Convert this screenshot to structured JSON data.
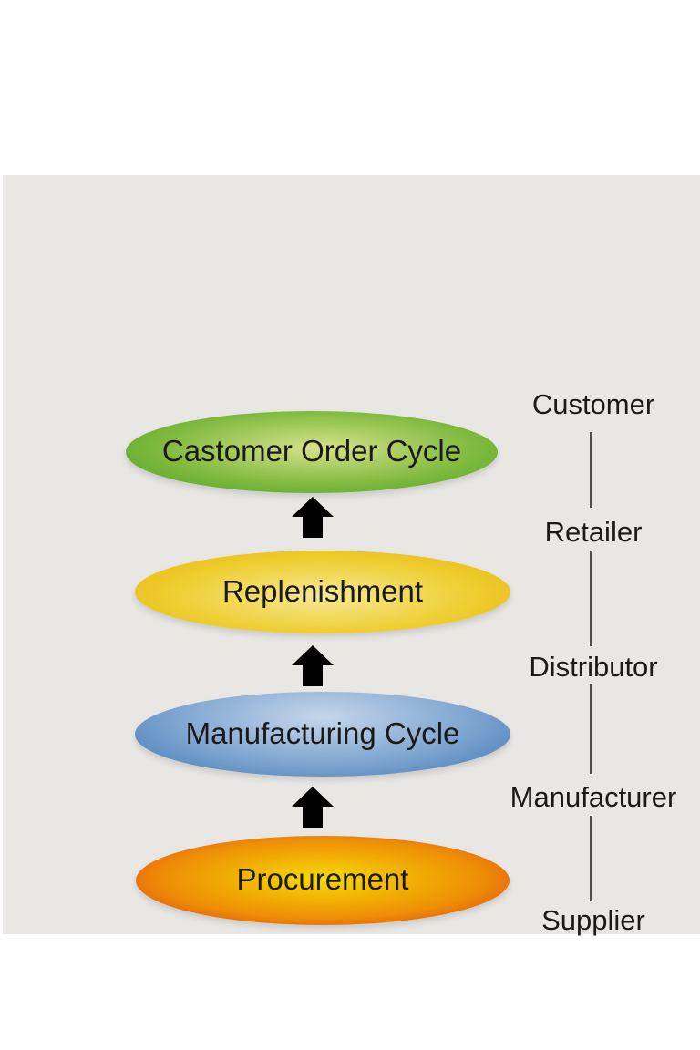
{
  "diagram": {
    "background_color": "#e9e7e4",
    "text_color": "#1c1a18",
    "arrow_color": "#000000",
    "connector_color": "#4d4d4d",
    "stages": [
      {
        "label": "Castomer Order Cycle",
        "gradient": {
          "position": "52% 45%",
          "center": "#d8e28b",
          "mid": "#7cb83c",
          "mid_stop": "60%",
          "edge": "#49a228"
        }
      },
      {
        "label": "Replenishment",
        "gradient": {
          "position": "50% 55%",
          "center": "#f6e996",
          "mid": "#eecd2e",
          "mid_stop": "58%",
          "edge": "#e4b40c"
        }
      },
      {
        "label": "Manufacturing Cycle",
        "gradient": {
          "position": "50% 30%",
          "center": "#c5d6eb",
          "mid": "#7fa6d0",
          "mid_stop": "55%",
          "edge": "#4078b6"
        }
      },
      {
        "label": "Procurement",
        "gradient": {
          "position": "50% 48%",
          "center": "#f6da00",
          "mid": "#ee8e06",
          "mid_stop": "60%",
          "edge": "#df350f"
        }
      }
    ],
    "entities": [
      {
        "label": "Customer"
      },
      {
        "label": "Retailer"
      },
      {
        "label": "Distributor"
      },
      {
        "label": "Manufacturer"
      },
      {
        "label": "Supplier"
      }
    ]
  }
}
